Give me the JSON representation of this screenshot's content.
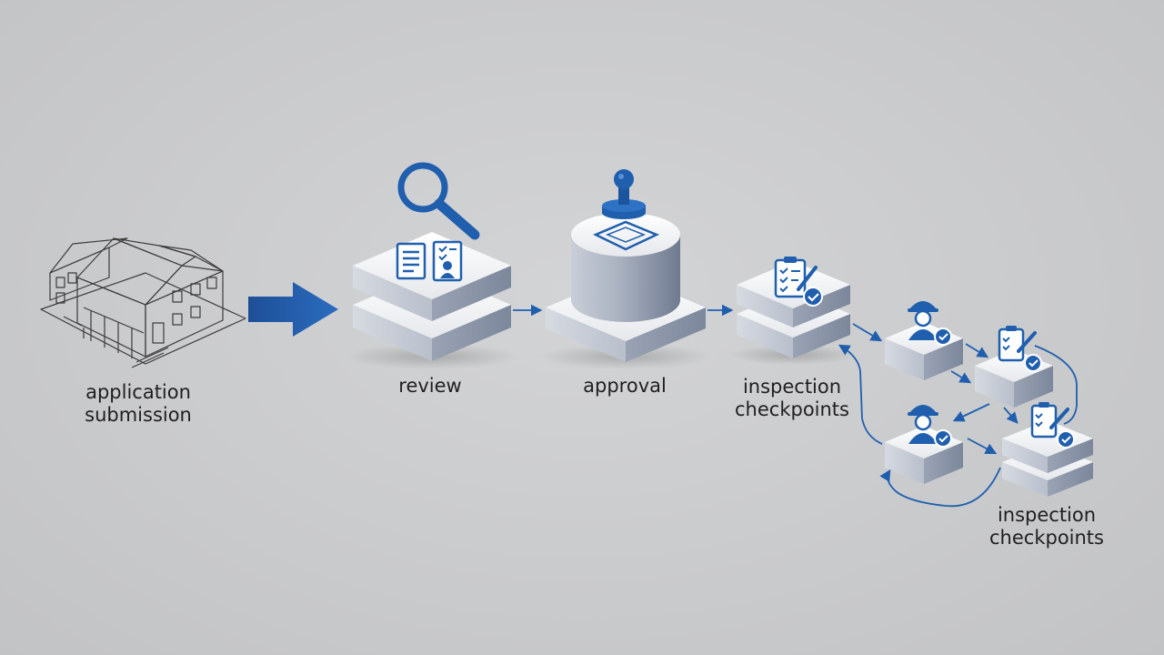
{
  "steps": {
    "application": {
      "line1": "application",
      "line2": "submission"
    },
    "review": {
      "label": "review"
    },
    "approval": {
      "label": "approval"
    },
    "inspection_main": {
      "line1": "inspection",
      "line2": "checkpoints"
    },
    "inspection_sub": {
      "line1": "inspection",
      "line2": "checkpoints"
    }
  },
  "icons": {
    "house": "house-outline-icon",
    "magnifier": "magnifying-glass-icon",
    "documents": "documents-icon",
    "stamp": "rubber-stamp-icon",
    "clipboard": "clipboard-check-icon",
    "worker": "worker-check-icon"
  },
  "colors": {
    "accent": "#1f5fae",
    "accent_dark": "#17488a",
    "block_top": "#f4f5f7",
    "block_side_left": "#c6cbd4",
    "block_side_right": "#8e98ab",
    "outline": "#3c3c3c",
    "text": "#1f1f1f"
  }
}
